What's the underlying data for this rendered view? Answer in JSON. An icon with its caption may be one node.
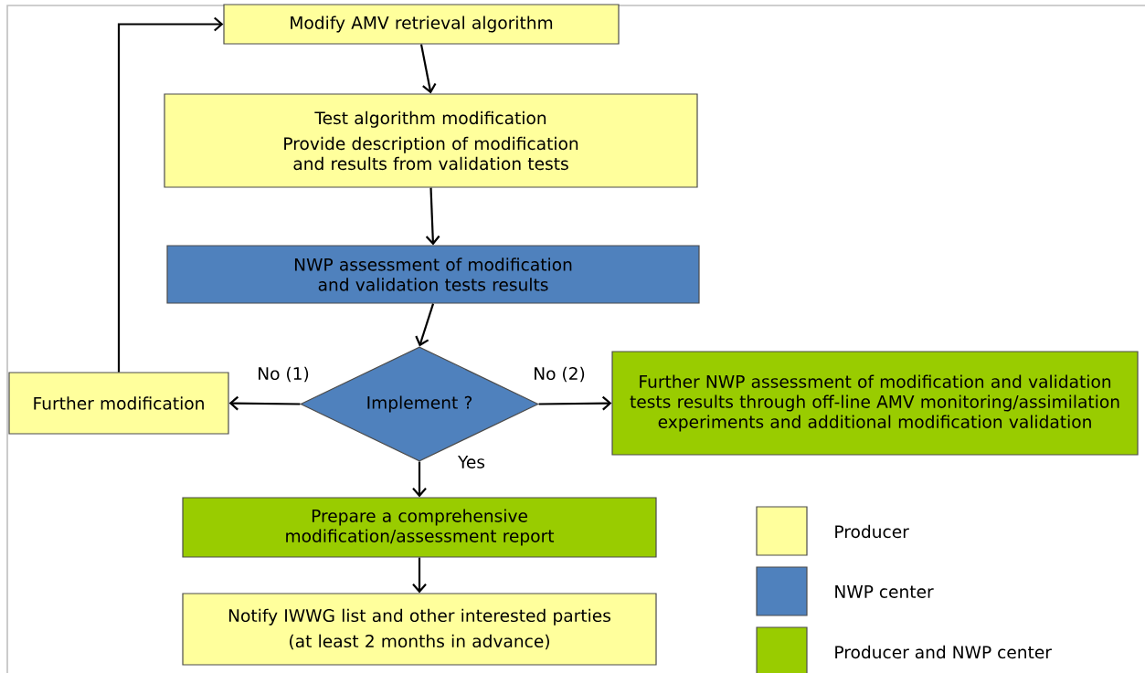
{
  "diagram": {
    "nodes": [
      {
        "text": [
          "Modify AMV retrieval algorithm"
        ]
      },
      {
        "text": [
          "Test algorithm modification",
          "Provide description of modification and results from validation tests"
        ]
      },
      {
        "text": [
          "NWP assessment of modification and validation tests results"
        ]
      },
      {
        "text": [
          "Implement ?"
        ]
      },
      {
        "text": [
          "Further modification"
        ]
      },
      {
        "text": [
          "Further NWP assessment of modification and validation tests results through off-line AMV monitoring/assimilation experiments and additional modification validation"
        ]
      },
      {
        "text": [
          "Prepare a comprehensive modification/assessment report"
        ]
      },
      {
        "text": [
          "Notify IWWG list and other interested parties",
          "(at least 2 months in advance)"
        ]
      }
    ],
    "edges": [
      {
        "from": 0,
        "to": 1,
        "arrow": "to"
      },
      {
        "from": 1,
        "to": 2,
        "arrow": "to"
      },
      {
        "from": 2,
        "to": 3,
        "arrow": "to"
      },
      {
        "from": 3,
        "to": 4,
        "arrow": "to",
        "label": "No (1)"
      },
      {
        "from": 3,
        "to": 5,
        "arrow": "to",
        "label": "No (2)"
      },
      {
        "from": 3,
        "to": 6,
        "arrow": "to",
        "label": "Yes"
      },
      {
        "from": 6,
        "to": 7,
        "arrow": "to"
      },
      {
        "from": 4,
        "to": 0,
        "arrow": "to"
      }
    ],
    "legend": [
      {
        "text": "Producer",
        "color": "#ffff9c"
      },
      {
        "text": "NWP center",
        "color": "#4f81bd"
      },
      {
        "text": "Producer and NWP center",
        "color": "#99cc00"
      }
    ]
  }
}
